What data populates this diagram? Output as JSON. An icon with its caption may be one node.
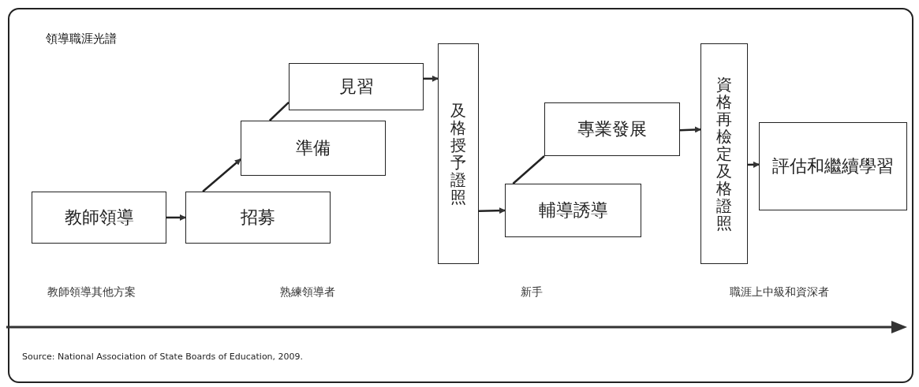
{
  "diagram": {
    "title": "領導職涯光譜",
    "caption": "Source:  National Association of State Boards of Education, 2009.",
    "nodes": [
      {
        "text": [
          "教師領導"
        ]
      },
      {
        "text": [
          "招募"
        ]
      },
      {
        "text": [
          "準備"
        ]
      },
      {
        "text": [
          "見習"
        ]
      },
      {
        "text": [
          "及格授予證照"
        ]
      },
      {
        "text": [
          "輔導誘導"
        ]
      },
      {
        "text": [
          "專業發展"
        ]
      },
      {
        "text": [
          "資格再檢定及格證照"
        ]
      },
      {
        "text": [
          "評估和繼續學習"
        ]
      }
    ],
    "edges": [
      {
        "from": 0,
        "to": 1,
        "arrow": "to"
      },
      {
        "from": 1,
        "to": 2,
        "arrow": "to"
      },
      {
        "from": 2,
        "to": 3,
        "arrow": "none"
      },
      {
        "from": 3,
        "to": 4,
        "arrow": "to"
      },
      {
        "from": 4,
        "to": 5,
        "arrow": "to"
      },
      {
        "from": 5,
        "to": 6,
        "arrow": "none"
      },
      {
        "from": 6,
        "to": 7,
        "arrow": "to"
      },
      {
        "from": 7,
        "to": 8,
        "arrow": "to"
      }
    ],
    "labels": [
      "教師領導其他方案",
      "熟練領導者",
      "新手",
      "職涯上中級和資深者"
    ]
  }
}
